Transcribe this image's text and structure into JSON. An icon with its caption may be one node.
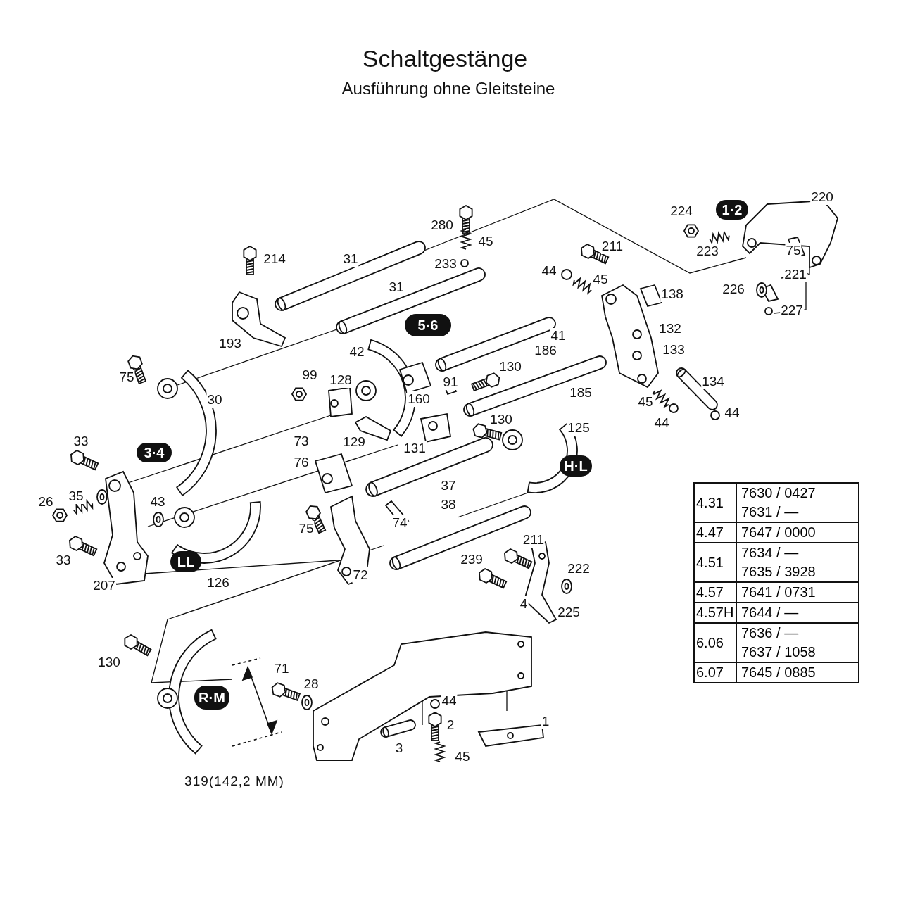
{
  "diagram": {
    "title": "Schaltgestänge",
    "nodes": [
      {
        "text": [
          "1·2"
        ]
      },
      {
        "text": [
          "5·6"
        ]
      },
      {
        "text": [
          "3·4"
        ]
      },
      {
        "text": [
          "H·L"
        ]
      },
      {
        "text": [
          "LL"
        ]
      },
      {
        "text": [
          "R·M"
        ]
      }
    ],
    "labels": [
      "Ausführung ohne Gleitsteine",
      "280",
      "45",
      "233",
      "214",
      "31",
      "31",
      "193",
      "211",
      "44",
      "45",
      "138",
      "224",
      "223",
      "75",
      "220",
      "221",
      "226",
      "227",
      "41",
      "186",
      "132",
      "133",
      "130",
      "42",
      "75",
      "30",
      "99",
      "128",
      "160",
      "91",
      "185",
      "134",
      "45",
      "44",
      "44",
      "33",
      "73",
      "129",
      "131",
      "130",
      "125",
      "76",
      "35",
      "26",
      "43",
      "37",
      "38",
      "74",
      "75",
      "33",
      "207",
      "126",
      "72",
      "211",
      "239",
      "222",
      "225",
      "4",
      "130",
      "71",
      "28",
      "44",
      "2",
      "1",
      "3",
      "45",
      "319(142,2 MM)",
      "4.31",
      "7630 / 0427",
      "7631 / —",
      "4.47",
      "7647 / 0000",
      "4.51",
      "7634 / —",
      "7635 / 3928",
      "4.57",
      "7641 / 0731",
      "4.57H",
      "7644 / —",
      "6.06",
      "7636 / —",
      "7637 / 1058",
      "6.07",
      "7645 / 0885"
    ]
  }
}
